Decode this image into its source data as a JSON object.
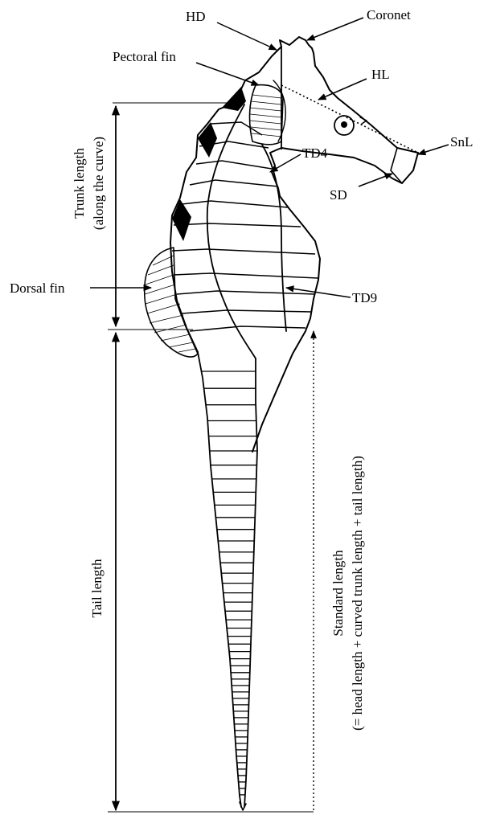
{
  "labels": {
    "hd": "HD",
    "coronet": "Coronet",
    "pectoral_fin": "Pectoral fin",
    "hl": "HL",
    "snl": "SnL",
    "td4": "TD4",
    "sd": "SD",
    "dorsal_fin": "Dorsal fin",
    "td9": "TD9",
    "trunk_length_line1": "Trunk length",
    "trunk_length_line2": "(along the curve)",
    "tail_length": "Tail length",
    "standard_length_line1": "Standard length",
    "standard_length_line2": "(= head length + curved trunk length + tail length)"
  },
  "colors": {
    "ink": "#000000",
    "background": "#ffffff"
  }
}
